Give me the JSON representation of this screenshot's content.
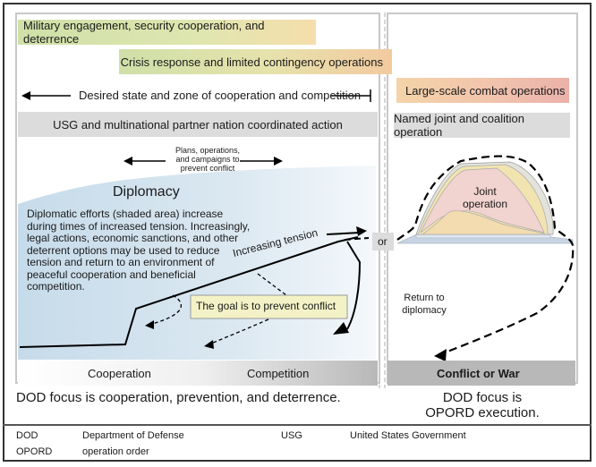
{
  "bands": {
    "military_engagement": "Military engagement, security cooperation, and deterrence",
    "crisis_response": "Crisis response and limited contingency operations",
    "desired_state": "Desired state and zone of cooperation and competition",
    "usg_coordinated": "USG and multinational partner nation coordinated action",
    "large_scale_combat": "Large-scale combat operations",
    "named_joint": "Named joint and coalition operation"
  },
  "diagram": {
    "plans_line1": "Plans, operations,",
    "plans_line2": "and campaigns to",
    "plans_line3": "prevent conflict",
    "diplomacy_title": "Diplomacy",
    "diplomacy_text": [
      "Diplomatic efforts (shaded area) increase",
      "during times of increased tension. Increasingly,",
      "legal actions, economic sanctions, and other",
      "deterrent options may be used to reduce",
      "tension and return to an environment of",
      "peaceful cooperation and beneficial",
      "competition."
    ],
    "increasing_tension": "Increasing tension",
    "goal": "The goal is to prevent conflict",
    "or": "or",
    "joint_line1": "Joint",
    "joint_line2": "operation",
    "return_line1": "Return to",
    "return_line2": "diplomacy"
  },
  "axis": {
    "cooperation": "Cooperation",
    "competition": "Competition",
    "conflict": "Conflict or War"
  },
  "focus": {
    "left": "DOD focus is cooperation, prevention, and deterrence.",
    "right_line1": "DOD focus is",
    "right_line2": "OPORD execution."
  },
  "legend": [
    {
      "abbr": "DOD",
      "meaning": "Department of Defense"
    },
    {
      "abbr": "USG",
      "meaning": "United States Government"
    },
    {
      "abbr": "OPORD",
      "meaning": "operation order"
    }
  ],
  "colors": {
    "green_band": "#cfe0a8",
    "orange_band": "#f2c9a0",
    "red_band": "#efb7aa",
    "gray_band": "#dcdcdc",
    "diplomacy_blue": "#cfe0ec",
    "goal_box": "#f2f2c6"
  }
}
